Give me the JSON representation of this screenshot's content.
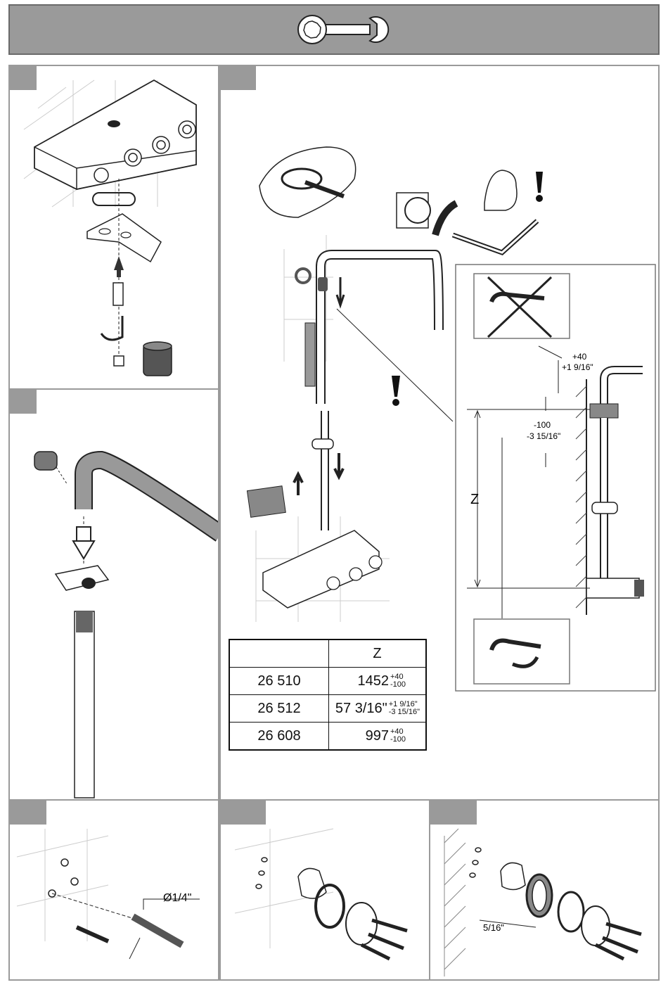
{
  "header": {
    "icon": "wrench-icon"
  },
  "panel2": {
    "dim_upper": "+40",
    "dim_upper_imperial": "+1 9/16\"",
    "dim_lower": "-100",
    "dim_lower_imperial": "-3 15/16\"",
    "z_label": "Z"
  },
  "table": {
    "header_left": "",
    "header_right": "Z",
    "rows": [
      {
        "model": "26 510",
        "value": "1452",
        "tol_plus": "+40",
        "tol_minus": "-100"
      },
      {
        "model": "26 512",
        "value": "57 3/16\"",
        "tol_plus": "+1 9/16\"",
        "tol_minus": "-3 15/16\""
      },
      {
        "model": "26 608",
        "value": "997",
        "tol_plus": "+40",
        "tol_minus": "-100"
      }
    ]
  },
  "panel4": {
    "drill_label": "Ø1/4\""
  },
  "panel6": {
    "gap_label": "5/16\""
  }
}
